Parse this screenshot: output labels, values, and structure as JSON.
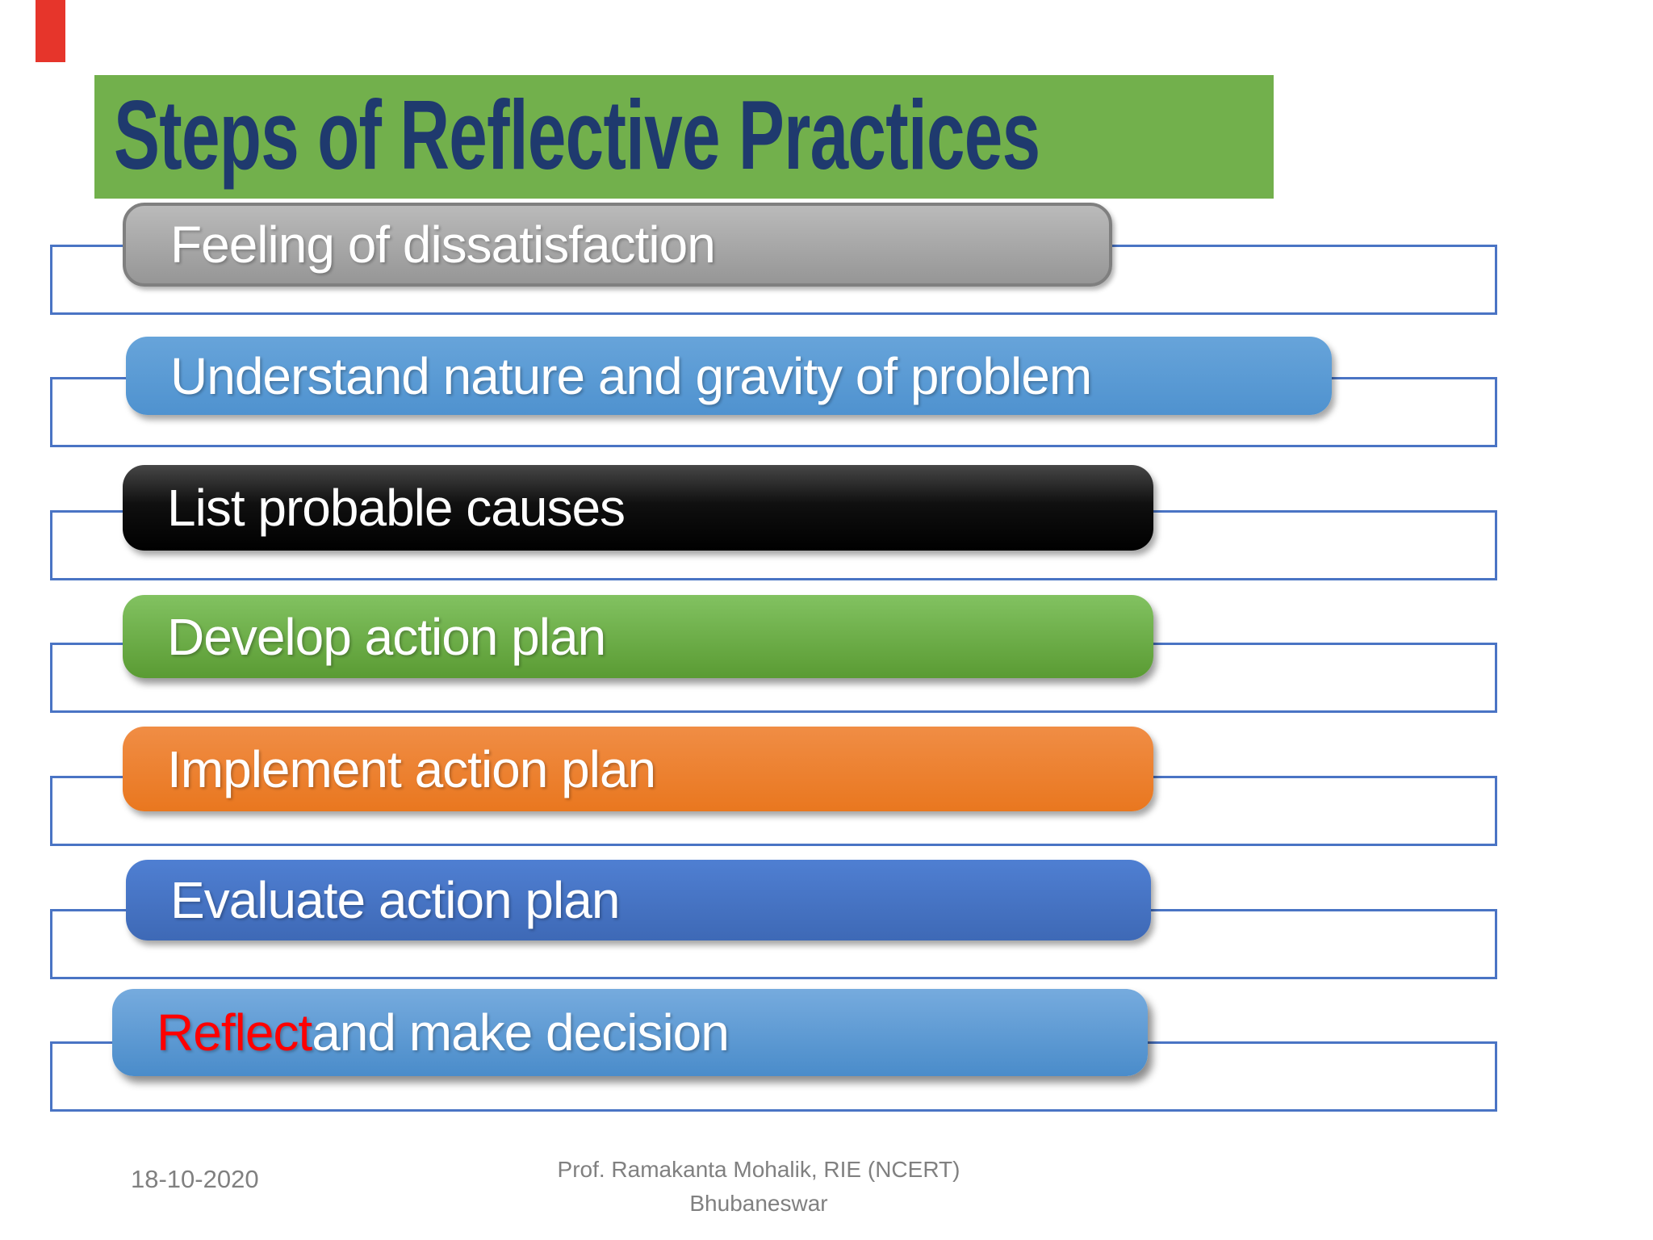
{
  "slide": {
    "title": "Steps of Reflective Practices",
    "steps": [
      {
        "highlight": "",
        "text": "Feeling of dissatisfaction",
        "fill": "#a6a6a6"
      },
      {
        "highlight": "",
        "text": "Understand nature and gravity of problem",
        "fill": "#5b9bd5"
      },
      {
        "highlight": "",
        "text": "List probable causes",
        "fill": "#000000"
      },
      {
        "highlight": "",
        "text": "Develop action plan",
        "fill": "#6aad46"
      },
      {
        "highlight": "",
        "text": "Implement action plan",
        "fill": "#ed7d31"
      },
      {
        "highlight": "",
        "text": "Evaluate action plan",
        "fill": "#4472c4"
      },
      {
        "highlight": "Reflect",
        "text": " and make decision",
        "fill": "#5b9bd5",
        "highlight_color": "#ff0000"
      }
    ],
    "footer": {
      "date": "18-10-2020",
      "credit_line1": "Prof. Ramakanta Mohalik, RIE (NCERT)",
      "credit_line2": "Bhubaneswar"
    },
    "palette": {
      "title_bg": "#72b04c",
      "title_text": "#1f3a6e",
      "outline_border": "#4a74c4",
      "footer_text": "#808080",
      "corner_marker": "#e6352b"
    }
  }
}
